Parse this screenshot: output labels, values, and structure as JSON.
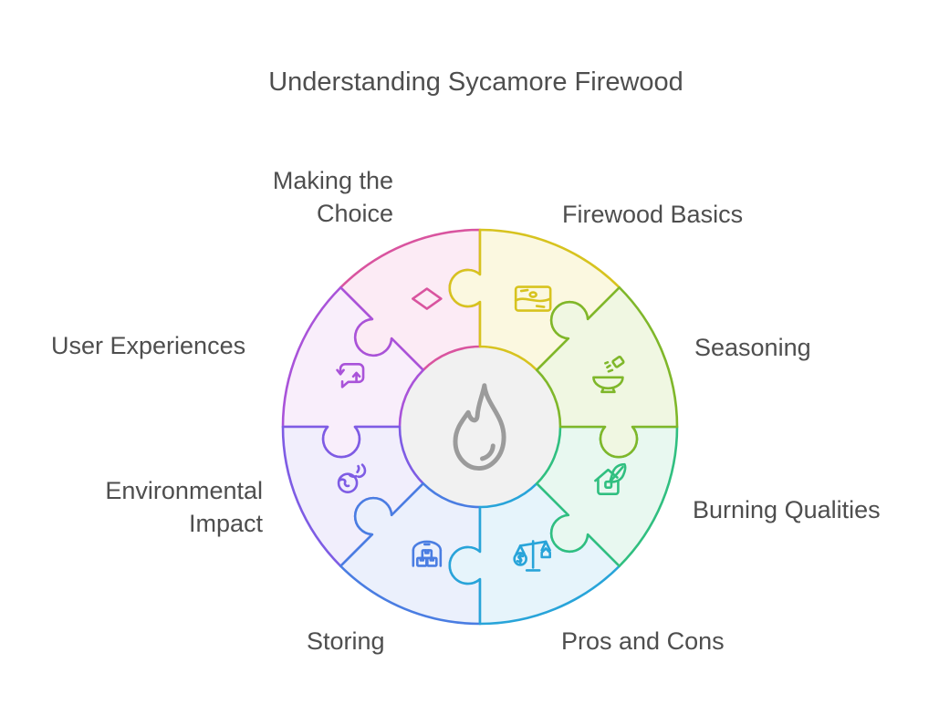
{
  "title": "Understanding Sycamore Firewood",
  "text_color": "#4e4e4e",
  "center": {
    "icon": "flame-icon",
    "fill": "#f1f1f1",
    "icon_color": "#9b9b9b"
  },
  "wheel": {
    "segments": [
      {
        "id": "firewood-basics",
        "label": "Firewood Basics",
        "icon": "wood-log-icon",
        "stroke": "#d7c31f",
        "fill": "#fbf8e0"
      },
      {
        "id": "seasoning",
        "label": "Seasoning",
        "icon": "seasoning-bowl-icon",
        "stroke": "#7fb72a",
        "fill": "#f0f7e2"
      },
      {
        "id": "burning-qualities",
        "label": "Burning Qualities",
        "icon": "burning-house-icon",
        "stroke": "#30bf80",
        "fill": "#e8f8f0"
      },
      {
        "id": "pros-and-cons",
        "label": "Pros and Cons",
        "icon": "scale-dollar-icon",
        "stroke": "#28a4d9",
        "fill": "#e6f4fb"
      },
      {
        "id": "storing",
        "label": "Storing",
        "icon": "storage-shed-icon",
        "stroke": "#4a7de2",
        "fill": "#ebf0fc"
      },
      {
        "id": "environmental-impact",
        "label": "Environmental Impact",
        "icon": "globe-flame-icon",
        "stroke": "#7e5ce4",
        "fill": "#f1eefc"
      },
      {
        "id": "user-experiences",
        "label": "User Experiences",
        "icon": "chat-sync-icon",
        "stroke": "#a953d9",
        "fill": "#f9eefb"
      },
      {
        "id": "making-the-choice",
        "label": "Making the Choice",
        "icon": "diamond-icon",
        "stroke": "#d9549f",
        "fill": "#fcebf5"
      }
    ]
  }
}
